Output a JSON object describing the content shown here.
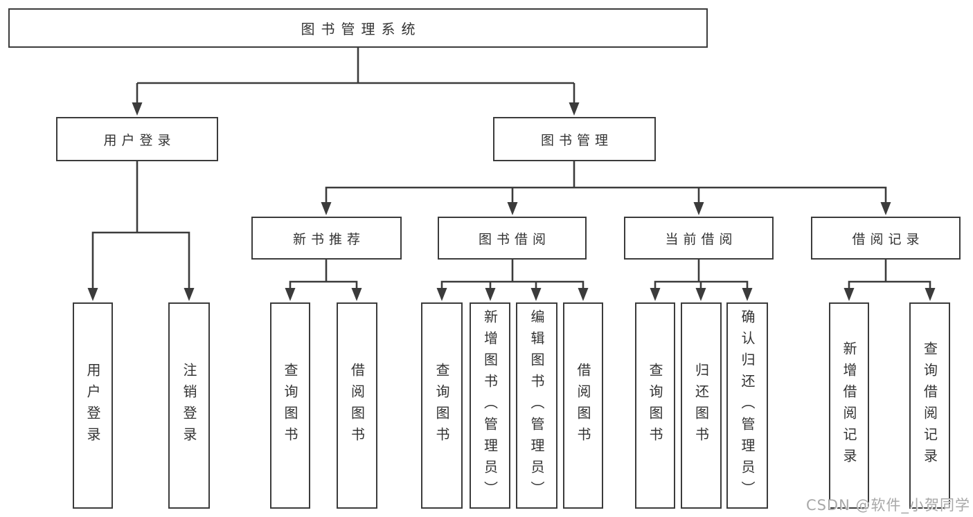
{
  "diagram": {
    "root": {
      "label": "图书管理系统"
    },
    "level2": {
      "user_login": {
        "label": "用户登录"
      },
      "book_mgmt": {
        "label": "图书管理"
      }
    },
    "level3": {
      "new_book": {
        "label": "新书推荐"
      },
      "book_borrow": {
        "label": "图书借阅"
      },
      "current_borrow": {
        "label": "当前借阅"
      },
      "borrow_record": {
        "label": "借阅记录"
      }
    },
    "leaves": {
      "user_login": [
        "用户登录",
        "注销登录"
      ],
      "new_book": [
        "查询图书",
        "借阅图书"
      ],
      "book_borrow": [
        "查询图书",
        "新增图书（管理员）",
        "编辑图书（管理员）",
        "借阅图书"
      ],
      "current_borrow": [
        "查询图书",
        "归还图书",
        "确认归还（管理员）"
      ],
      "borrow_record": [
        "新增借阅记录",
        "查询借阅记录"
      ]
    }
  },
  "watermark": {
    "text": "CSDN @软件_小贺同学"
  },
  "style": {
    "line_color": "#3b3b3b",
    "text_color": "#333333",
    "background": "#ffffff",
    "watermark_color": "#a8a8a8"
  }
}
